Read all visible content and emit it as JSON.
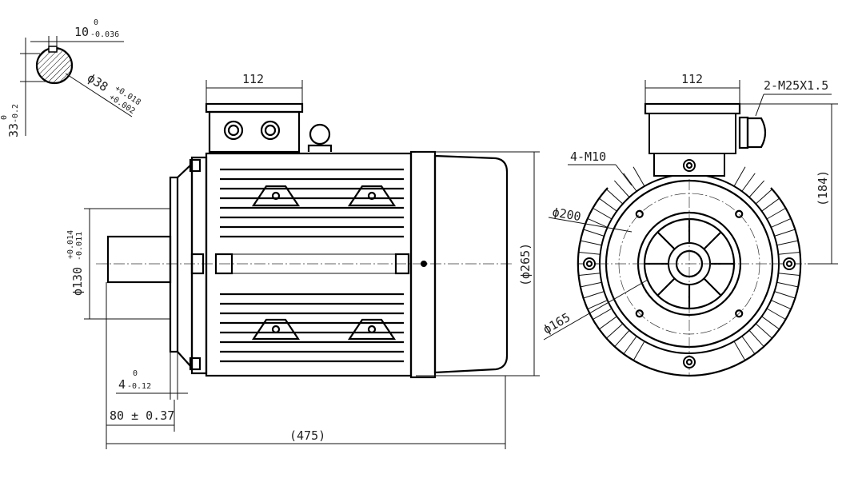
{
  "key_section": {
    "key_width": "10",
    "key_width_upper_tol": "0",
    "key_width_lower_tol": "-0.036",
    "shaft_diameter": "ϕ38",
    "shaft_diameter_upper_tol": "+0.018",
    "shaft_diameter_lower_tol": "+0.002",
    "key_depth": "33",
    "key_depth_upper_tol": "0",
    "key_depth_lower_tol": "-0.2"
  },
  "side_view": {
    "terminal_box_width": "112",
    "spigot_diameter": "ϕ130",
    "spigot_upper_tol": "+0.014",
    "spigot_lower_tol": "-0.011",
    "overall_diameter": "(ϕ265)",
    "flange_thickness": "4",
    "flange_thickness_upper_tol": "0",
    "flange_thickness_lower_tol": "-0.12",
    "shaft_length": "80 ± 0.37",
    "overall_length": "(475)"
  },
  "front_view": {
    "terminal_box_width": "112",
    "cable_gland": "2-M25X1.5",
    "mounting_holes": "4-M10",
    "pcd": "ϕ200",
    "spigot_pcd": "ϕ165",
    "height_to_center": "(184)"
  }
}
